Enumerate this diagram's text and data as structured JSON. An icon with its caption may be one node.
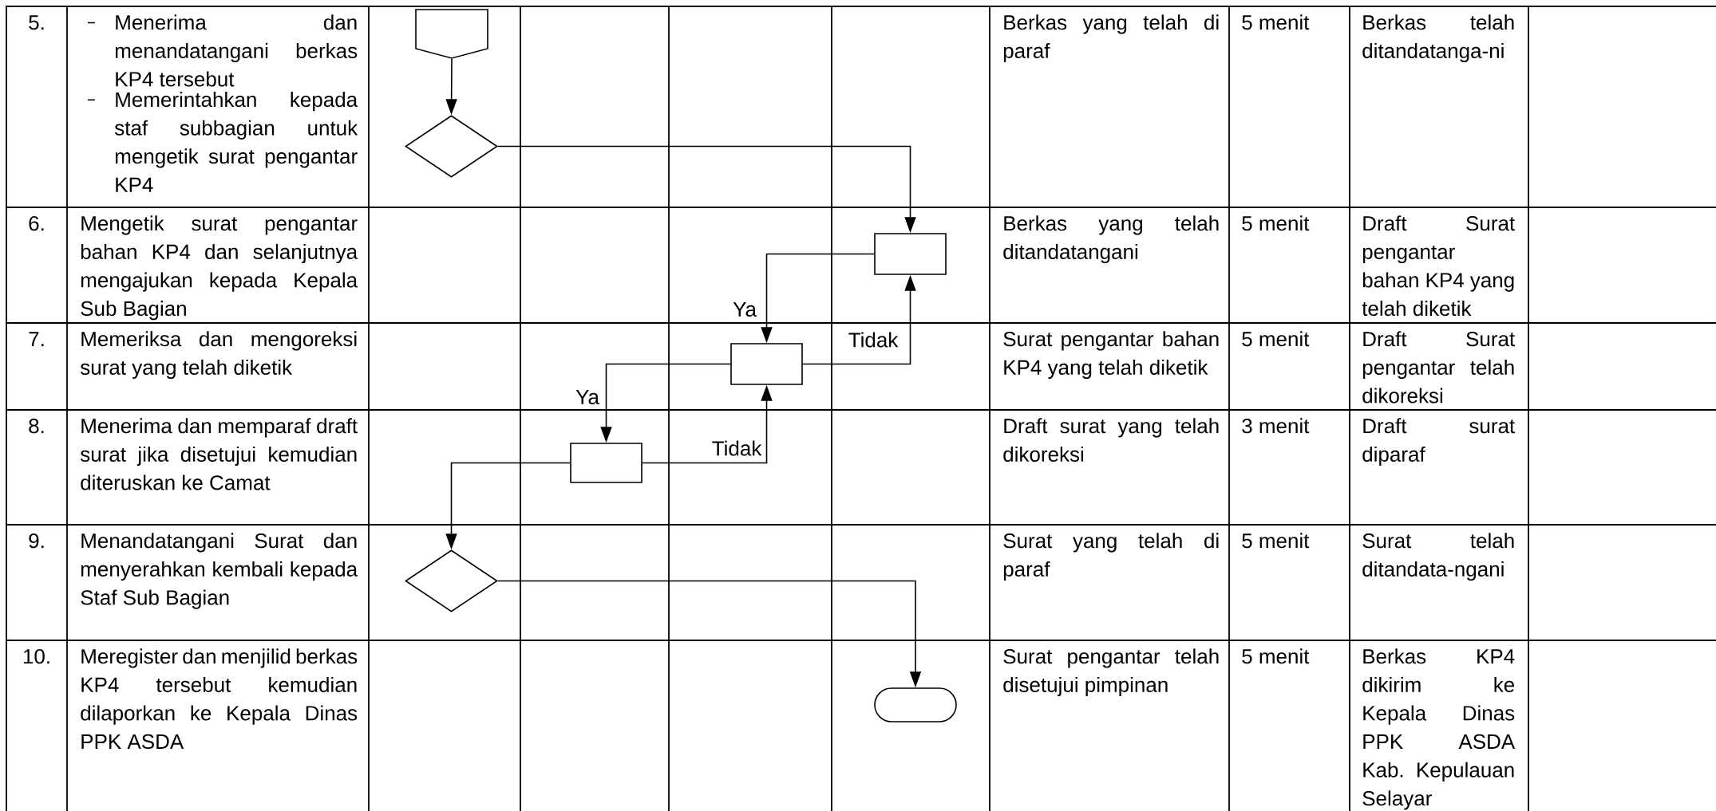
{
  "diagram": {
    "nodes": [
      {
        "text": [],
        "shape": "pentagon"
      },
      {
        "text": [],
        "shape": "diamond"
      },
      {
        "text": [],
        "shape": "box"
      },
      {
        "text": [],
        "shape": "box"
      },
      {
        "text": [],
        "shape": "box"
      },
      {
        "text": [],
        "shape": "diamond"
      },
      {
        "text": [],
        "shape": "terminator"
      }
    ],
    "edges": [
      {
        "from": 0,
        "to": 1,
        "arrow": "to"
      },
      {
        "from": 1,
        "to": 2,
        "arrow": "to"
      },
      {
        "from": 2,
        "to": 3,
        "arrow": "to",
        "label": "Ya"
      },
      {
        "from": 3,
        "to": 2,
        "arrow": "to",
        "label": "Tidak"
      },
      {
        "from": 3,
        "to": 4,
        "arrow": "to",
        "label": "Ya"
      },
      {
        "from": 4,
        "to": 3,
        "arrow": "to",
        "label": "Tidak"
      },
      {
        "from": 4,
        "to": 5,
        "arrow": "to"
      },
      {
        "from": 5,
        "to": 6,
        "arrow": "to"
      }
    ],
    "labels": [
      "5.",
      "Menerima dan menandatangani berkas KP4 tersebut",
      "Memerintahkan kepada staf subbagian untuk mengetik surat pengantar KP4",
      "Berkas yang telah di paraf",
      "5 menit",
      "Berkas telah ditandatanga-ni",
      "6.",
      "Mengetik surat pengantar bahan KP4 dan selanjutnya mengajukan kepada Kepala Sub Bagian",
      "Berkas yang telah ditandatangani",
      "5 menit",
      "Draft Surat pengantar bahan KP4 yang telah diketik",
      "7.",
      "Memeriksa dan mengoreksi surat yang telah diketik",
      "Surat pengantar bahan KP4 yang telah diketik",
      "5 menit",
      "Draft Surat pengantar telah dikoreksi",
      "8.",
      "Menerima dan memparaf draft surat jika disetujui kemudian diteruskan ke Camat",
      "Draft surat yang telah dikoreksi",
      "3 menit",
      "Draft surat diparaf",
      "9.",
      "Menandatangani Surat dan menyerahkan kembali kepada Staf Sub Bagian",
      "Surat yang telah di paraf",
      "5 menit",
      "Surat telah ditandata-ngani",
      "10.",
      "Meregister dan menjilid berkas KP4 tersebut kemudian dilaporkan ke Kepala Dinas PPK ASDA",
      "Surat pengantar telah disetujui pimpinan",
      "5 menit",
      "Berkas KP4 dikirim ke Kepala Dinas PPK ASDA Kab. Kepulauan Selayar"
    ]
  }
}
